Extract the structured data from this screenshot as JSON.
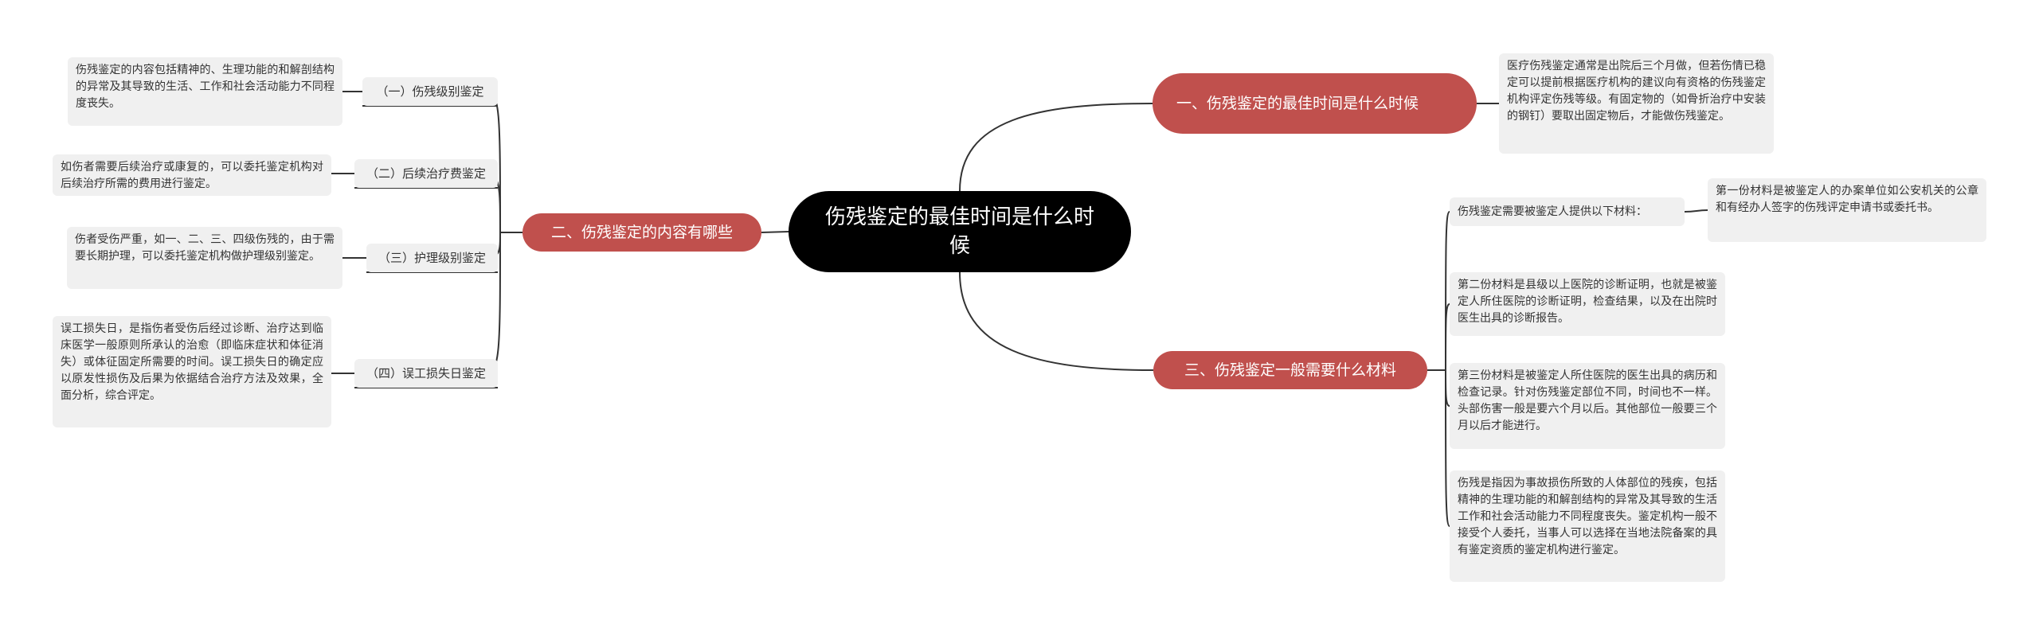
{
  "root": "伤残鉴定的最佳时间是什么时候",
  "branches": [
    {
      "label": "一、伤残鉴定的最佳时间是什么时候"
    },
    {
      "label": "二、伤残鉴定的内容有哪些"
    },
    {
      "label": "三、伤残鉴定一般需要什么材料"
    }
  ],
  "branch1": {
    "leaf": "医疗伤残鉴定通常是出院后三个月做，但若伤情已稳定可以提前根据医疗机构的建议向有资格的伤残鉴定机构评定伤残等级。有固定物的（如骨折治疗中安装的钢钉）要取出固定物后，才能做伤残鉴定。"
  },
  "branch2": {
    "subs": [
      {
        "label": "（一）伤残级别鉴定",
        "leaf": "伤残鉴定的内容包括精神的、生理功能的和解剖结构的异常及其导致的生活、工作和社会活动能力不同程度丧失。"
      },
      {
        "label": "（二）后续治疗费鉴定",
        "leaf": "如伤者需要后续治疗或康复的，可以委托鉴定机构对后续治疗所需的费用进行鉴定。"
      },
      {
        "label": "（三）护理级别鉴定",
        "leaf": "伤者受伤严重，如一、二、三、四级伤残的，由于需要长期护理，可以委托鉴定机构做护理级别鉴定。"
      },
      {
        "label": "（四）误工损失日鉴定",
        "leaf": "误工损失日，是指伤者受伤后经过诊断、治疗达到临床医学一般原则所承认的治愈（即临床症状和体征消失）或体征固定所需要的时间。误工损失日的确定应以原发性损伤及后果为依据结合治疗方法及效果，全面分析，综合评定。"
      }
    ]
  },
  "branch3": {
    "intro": "伤残鉴定需要被鉴定人提供以下材料：",
    "intro_child": "第一份材料是被鉴定人的办案单位如公安机关的公章和有经办人签字的伤残评定申请书或委托书。",
    "leaves": [
      "第二份材料是县级以上医院的诊断证明，也就是被鉴定人所住医院的诊断证明，检查结果，以及在出院时医生出具的诊断报告。",
      "第三份材料是被鉴定人所住医院的医生出具的病历和检查记录。针对伤残鉴定部位不同，时间也不一样。头部伤害一般是要六个月以后。其他部位一般要三个月以后才能进行。",
      "伤残是指因为事故损伤所致的人体部位的残疾，包括精神的生理功能的和解剖结构的异常及其导致的生活工作和社会活动能力不同程度丧失。鉴定机构一般不接受个人委托，当事人可以选择在当地法院备案的具有鉴定资质的鉴定机构进行鉴定。"
    ]
  },
  "colors": {
    "root": "#000000",
    "branch": "#c0504d",
    "leaf_bg": "#f0f0f0",
    "edge": "#333333"
  }
}
